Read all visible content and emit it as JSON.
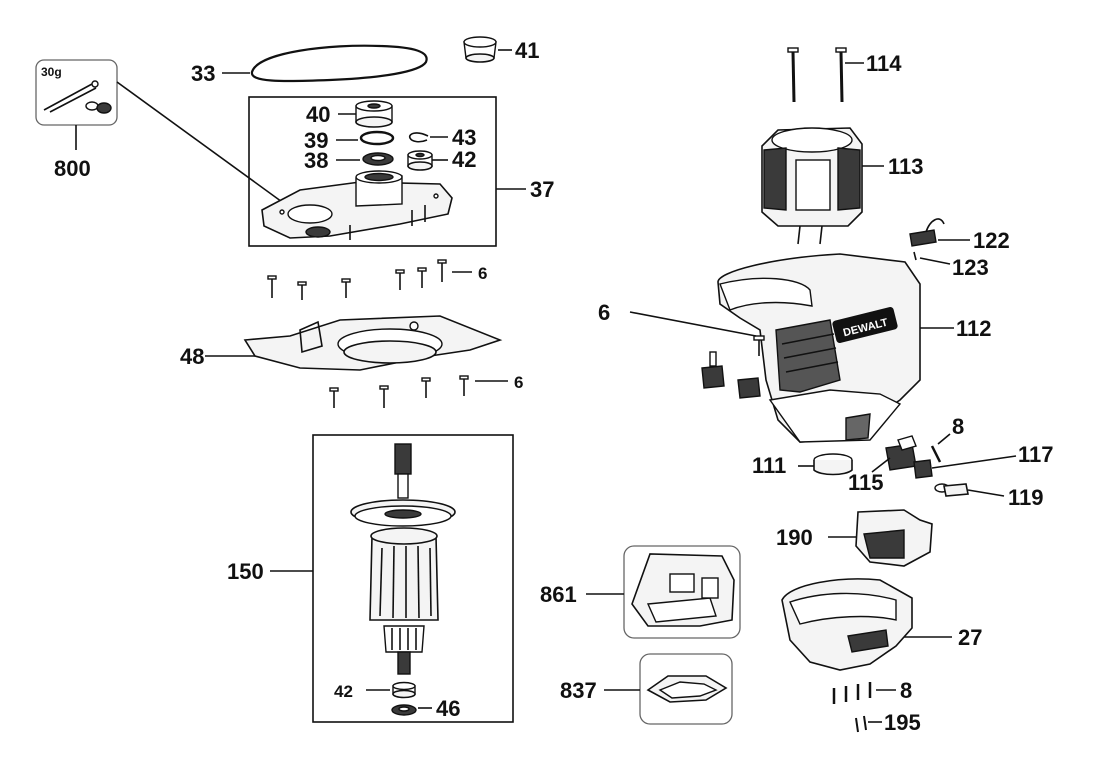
{
  "labels": {
    "p6_top": "6",
    "p6_mid": "6",
    "p6_bottom": "6",
    "p8_top": "8",
    "p8_bottom": "8",
    "p27": "27",
    "p33": "33",
    "p37": "37",
    "p38": "38",
    "p39": "39",
    "p40": "40",
    "p41": "41",
    "p42_top": "42",
    "p42_bottom": "42",
    "p43": "43",
    "p46": "46",
    "p48": "48",
    "p111": "111",
    "p112": "112",
    "p113": "113",
    "p114": "114",
    "p115": "115",
    "p117": "117",
    "p119": "119",
    "p122": "122",
    "p123": "123",
    "p150": "150",
    "p190": "190",
    "p195": "195",
    "p800": "800",
    "p837": "837",
    "p861": "861"
  },
  "grease_amount": "30g",
  "brand_badge": "DEWALT"
}
